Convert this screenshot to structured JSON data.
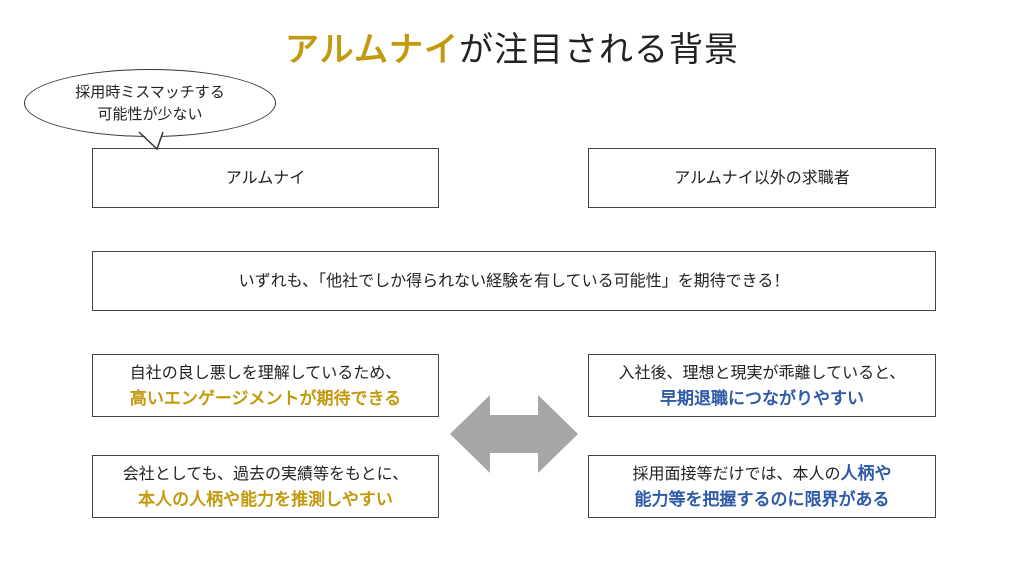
{
  "title": {
    "accent": "アルムナイ",
    "rest": "が注目される背景"
  },
  "bubble": {
    "line1": "採用時ミスマッチする",
    "line2": "可能性が少ない"
  },
  "boxes": {
    "alumni": "アルムナイ",
    "other": "アルムナイ以外の求職者",
    "center": "いずれも、「他社でしか得られない経験を有している可能性」を期待できる！",
    "left1": {
      "line1": "自社の良し悪しを理解しているため、",
      "highlight": "高いエンゲージメントが期待できる"
    },
    "left2": {
      "line1": "会社としても、過去の実績等をもとに、",
      "highlight": "本人の人柄や能力を推測しやすい"
    },
    "right1": {
      "line1": "入社後、理想と現実が乖離していると、",
      "highlight": "早期退職につながりやすい"
    },
    "right2": {
      "line1_text": "採用面接等だけでは、本人の",
      "line1_highlight": "人柄や",
      "line2_highlight": "能力等を把握するのに限界がある"
    }
  },
  "colors": {
    "gold": "#c29a0e",
    "blue": "#2f5aa8",
    "arrow": "#a6a6a6"
  },
  "icons": {
    "double_arrow": "double-headed-arrow-icon"
  }
}
